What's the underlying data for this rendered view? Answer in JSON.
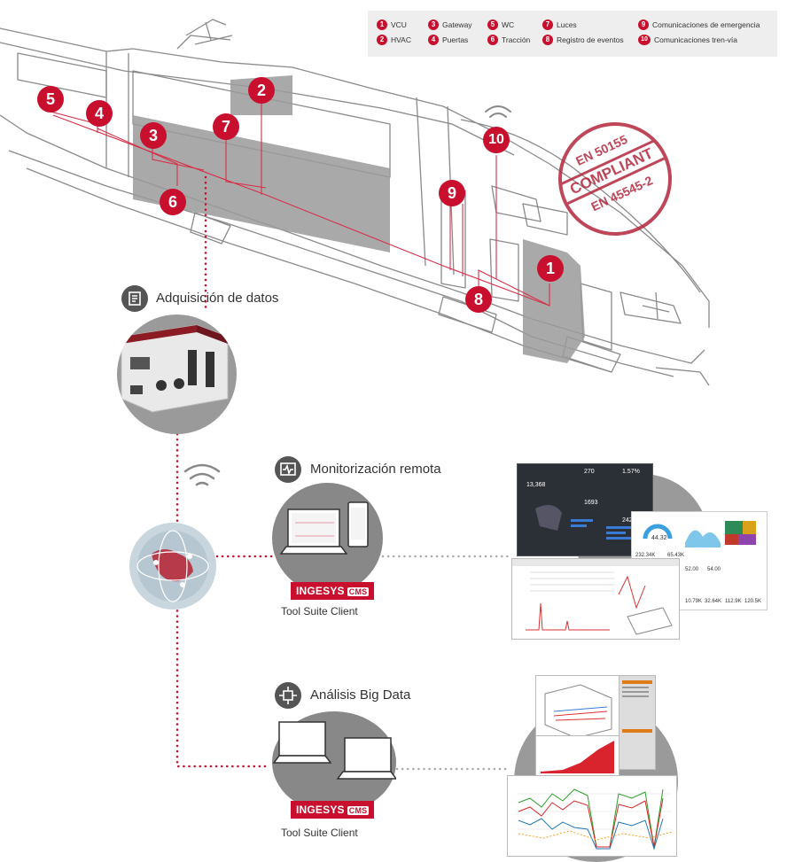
{
  "legend": {
    "items": [
      {
        "n": "1",
        "label": "VCU"
      },
      {
        "n": "2",
        "label": "HVAC"
      },
      {
        "n": "3",
        "label": "Gateway"
      },
      {
        "n": "4",
        "label": "Puertas"
      },
      {
        "n": "5",
        "label": "WC"
      },
      {
        "n": "6",
        "label": "Tracción"
      },
      {
        "n": "7",
        "label": "Luces"
      },
      {
        "n": "8",
        "label": "Registro de eventos"
      },
      {
        "n": "9",
        "label": "Comunicaciones de emergencia"
      },
      {
        "n": "10",
        "label": "Comunicaciones tren-vía"
      }
    ]
  },
  "markers": [
    "5",
    "4",
    "3",
    "7",
    "2",
    "6",
    "9",
    "10",
    "1",
    "8"
  ],
  "stamp": {
    "line1": "EN 50155",
    "line2": "COMPLIANT",
    "line3": "EN 45545-2"
  },
  "sections": {
    "acquisition": {
      "title": "Adquisición de datos"
    },
    "monitoring": {
      "title": "Monitorización remota",
      "brand": "INGESYS",
      "brand_tag": "CMS",
      "client": "Tool Suite Client"
    },
    "bigdata": {
      "title": "Análisis Big Data",
      "brand": "INGESYS",
      "brand_tag": "CMS",
      "client": "Tool Suite Client"
    }
  },
  "dashboard": {
    "kpis": [
      "270",
      "1.57%",
      "13,368",
      "1693",
      "242"
    ],
    "gauge": "44.32",
    "values": [
      "232.34K",
      "65.43K",
      "52.00",
      "54.00",
      "10.79K",
      "32.64K",
      "112.9K",
      "120.5K"
    ]
  },
  "colors": {
    "accent": "#c8102e",
    "line": "#777777",
    "icon_bg": "#555555"
  }
}
